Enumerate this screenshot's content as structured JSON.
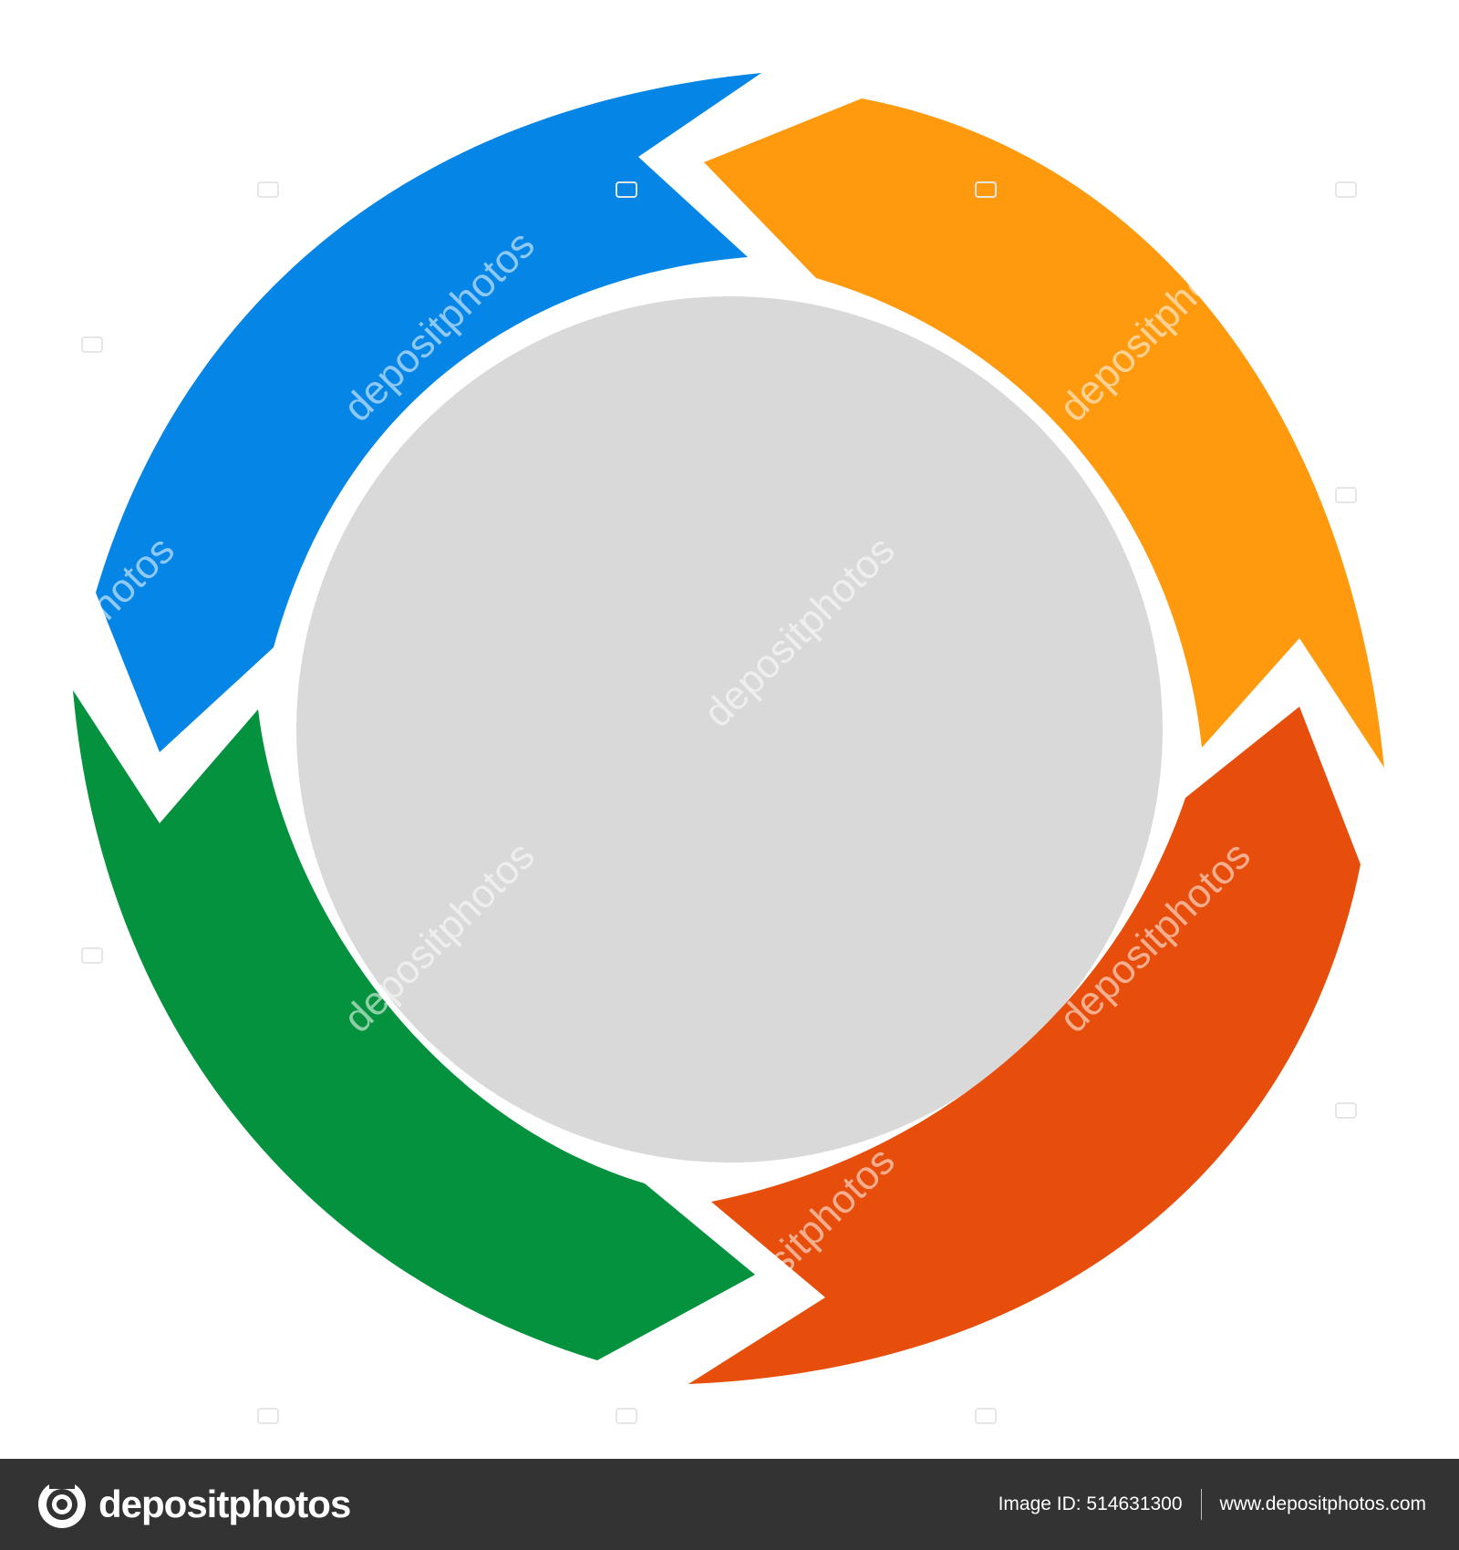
{
  "diagram": {
    "segments": [
      {
        "name": "blue-segment",
        "color": "#0586e6"
      },
      {
        "name": "orange-segment",
        "color": "#ff9a0e"
      },
      {
        "name": "red-segment",
        "color": "#e84e0b"
      },
      {
        "name": "green-segment",
        "color": "#05923e"
      }
    ],
    "center_color": "#d9d9d9",
    "watermark_text": "depositphotos"
  },
  "footer": {
    "brand": "depositphotos",
    "logo_icon": "camera-lens-icon",
    "image_id": "Image ID: 514631300",
    "site": "www.depositphotos.com",
    "background": "#333333"
  }
}
